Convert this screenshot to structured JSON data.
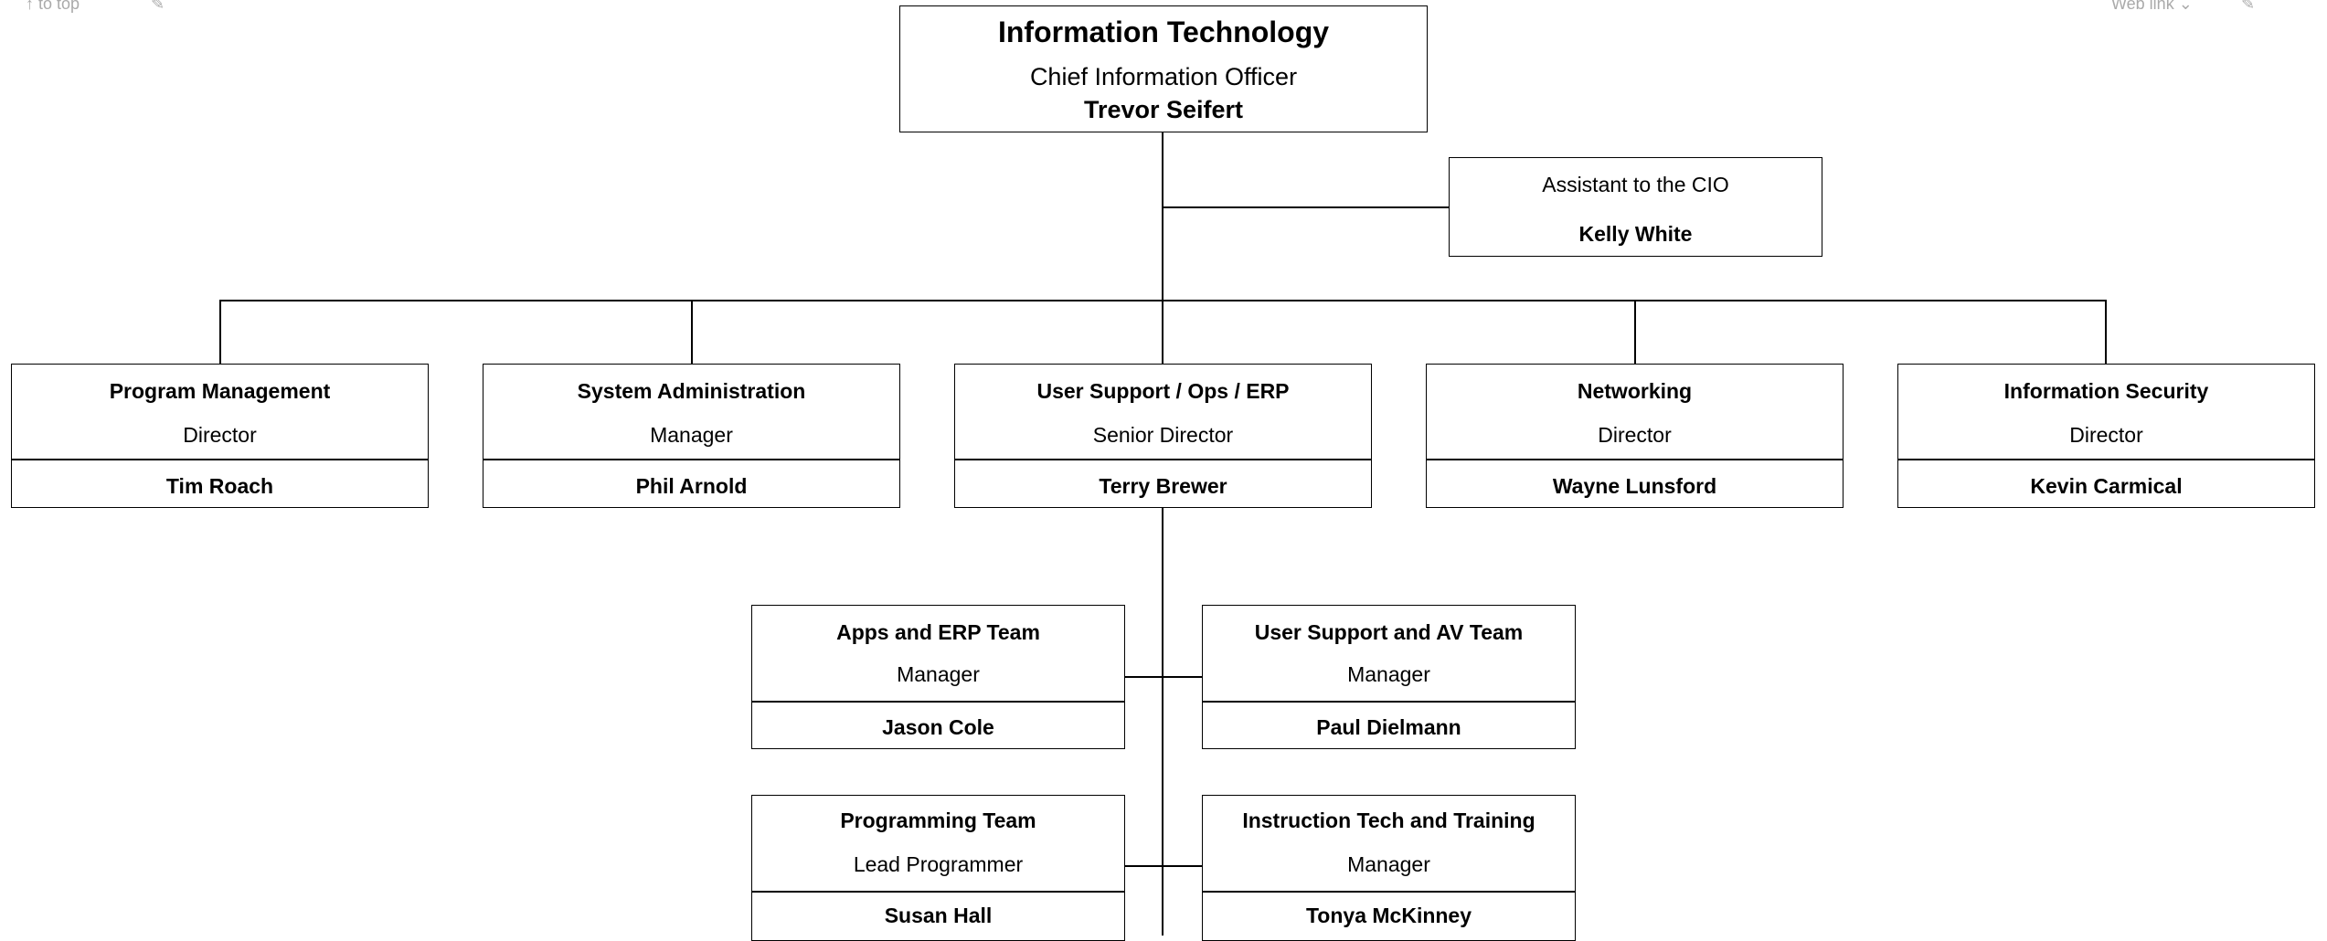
{
  "top_bar": {
    "left_link": "to top",
    "right_link": "Web link"
  },
  "root": {
    "department": "Information Technology",
    "title": "Chief Information Officer",
    "name": "Trevor Seifert"
  },
  "assistant": {
    "title": "Assistant to the CIO",
    "name": "Kelly White"
  },
  "directors": [
    {
      "department": "Program Management",
      "title": "Director",
      "name": "Tim Roach"
    },
    {
      "department": "System Administration",
      "title": "Manager",
      "name": "Phil Arnold"
    },
    {
      "department": "User Support / Ops / ERP",
      "title": "Senior Director",
      "name": "Terry Brewer"
    },
    {
      "department": "Networking",
      "title": "Director",
      "name": "Wayne Lunsford"
    },
    {
      "department": "Information Security",
      "title": "Director",
      "name": "Kevin Carmical"
    }
  ],
  "teams": [
    {
      "department": "Apps and ERP Team",
      "title": "Manager",
      "name": "Jason Cole"
    },
    {
      "department": "User Support and AV Team",
      "title": "Manager",
      "name": "Paul Dielmann"
    },
    {
      "department": "Programming Team",
      "title": "Lead Programmer",
      "name": "Susan Hall"
    },
    {
      "department": "Instruction Tech and Training",
      "title": "Manager",
      "name": "Tonya McKinney"
    }
  ]
}
